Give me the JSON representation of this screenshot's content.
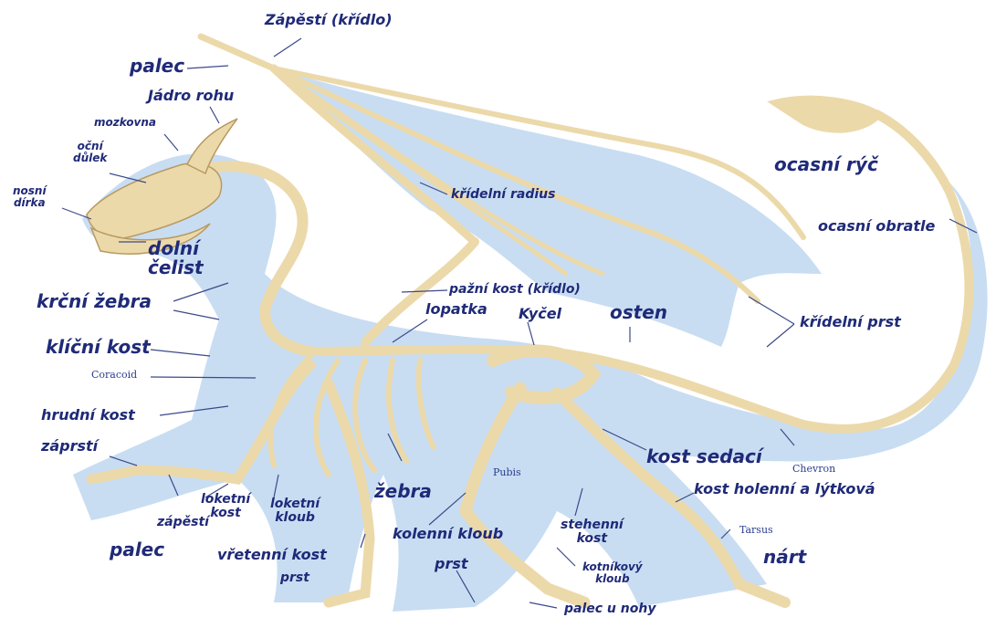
{
  "header_text": "",
  "labels": {
    "zapesti_kridlo": "Zápěstí (křídlo)",
    "palec_top": "palec",
    "jadro_rohu": "Jádro rohu",
    "mozkovna": "mozkovna",
    "ocni_dulek_1": "oční",
    "ocni_dulek_2": "důlek",
    "nosni_dirka_1": "nosní",
    "nosni_dirka_2": "dírka",
    "dolni_celist_1": "dolní",
    "dolni_celist_2": "čelist",
    "krcni_zebra": "krční žebra",
    "klicni_kost": "klíční kost",
    "coracoid": "Coracoid",
    "hrudni_kost": "hrudní kost",
    "zaprsti": "záprstí",
    "zapesti": "zápěstí",
    "palec_bottom": "palec",
    "loketni_kost_1": "loketní",
    "loketni_kost_2": "kost",
    "loketni_kloub_1": "loketní",
    "loketni_kloub_2": "kloub",
    "vretenni_kost": "vřetenní kost",
    "prst_front": "prst",
    "zebra": "žebra",
    "kridelni_radius": "křídelní radius",
    "pazni_kost": "pažní kost (křídlo)",
    "lopatka": "lopatka",
    "kycel": "Kyčel",
    "osten": "osten",
    "ocasni_ryc": "ocasní rýč",
    "ocasni_obratle": "ocasní obratle",
    "kridelni_prst": "křídelní prst",
    "pubis": "Pubis",
    "kost_sedaci": "kost sedací",
    "chevron": "Chevron",
    "kost_holenni": "kost holenní a lýtková",
    "kolenni_kloub": "kolenní kloub",
    "stehenni_kost_1": "stehenní",
    "stehenni_kost_2": "kost",
    "tarsus": "Tarsus",
    "nart": "nárt",
    "prst_rear": "prst",
    "kotnikovy_kloub_1": "kotníkový",
    "kotnikovy_kloub_2": "kloub",
    "palec_u_nohy": "palec u nohy"
  },
  "colors": {
    "silhouette": "#c8ddf2",
    "bone": "#ecd9aa",
    "bone_outline": "#b89a62",
    "leader": "#3c4a8a",
    "label_text": "#1f2a78"
  }
}
